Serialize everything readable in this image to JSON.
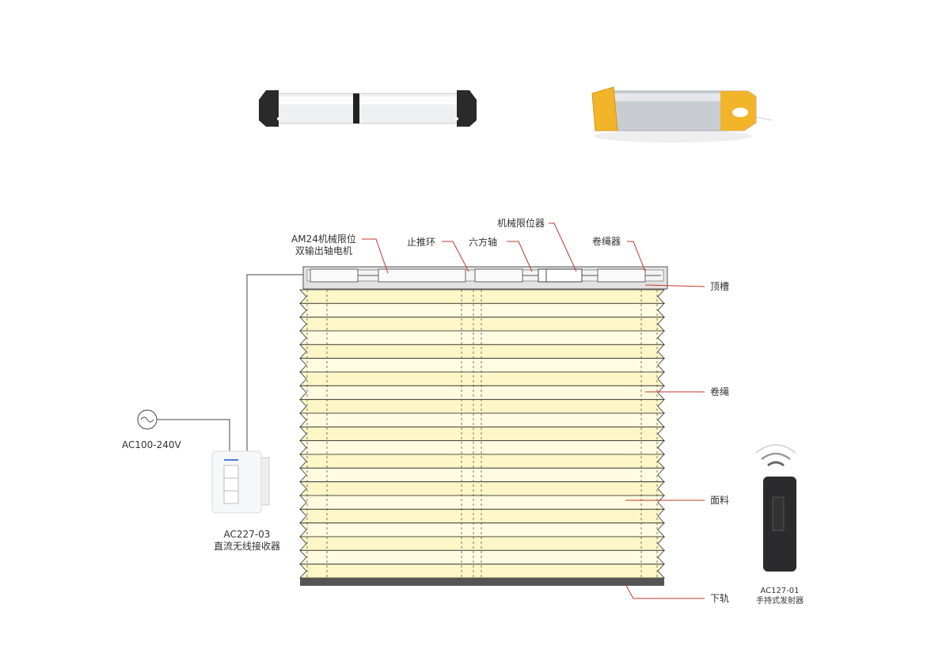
{
  "labels": {
    "motor": [
      "AM24机械限位",
      "双输出轴电机"
    ],
    "thrust_ring": "止推环",
    "hex_shaft": "六方轴",
    "limiter": "机械限位器",
    "cord_winder": "卷绳器",
    "top_rail": "顶槽",
    "cord": "卷绳",
    "fabric": "面料",
    "bottom_rail": "下轨",
    "power": "AC100-240V",
    "receiver_model": "AC227-03",
    "receiver_name": "直流无线接收器",
    "remote_model": "AC127-01",
    "remote_name": "手持式发射器"
  },
  "colors": {
    "leader": "#c0392b",
    "fabric": "#fdf6c6",
    "rail": "#555555"
  },
  "pleat_count": 21
}
